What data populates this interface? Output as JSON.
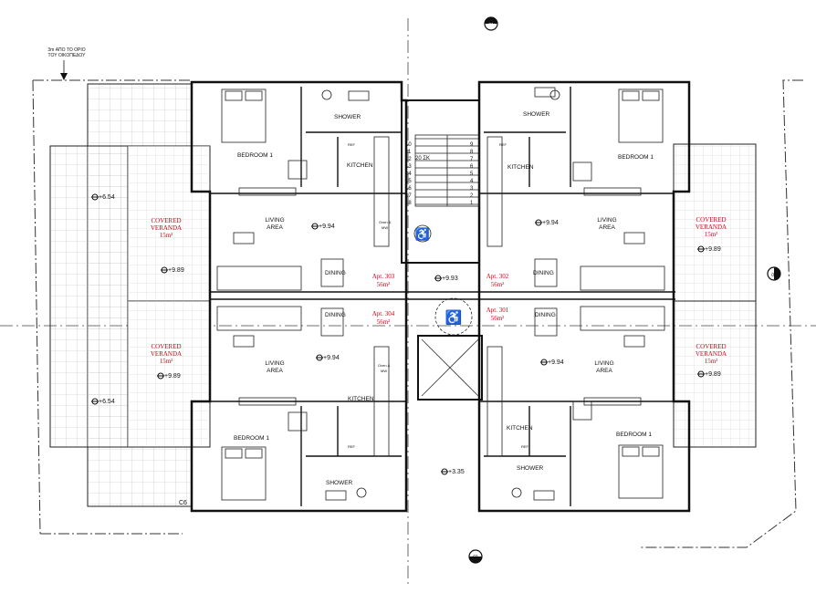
{
  "north_note": [
    "3m ΑΠΟ ΤΟ ΟΡΙΟ",
    "ΤΟΥ ΟΙΚΟΠΕΔΟΥ"
  ],
  "rooms": {
    "bedroom": "BEDROOM 1",
    "shower": "SHOWER",
    "kitchen": "KITCHEN",
    "living": [
      "LIVING",
      "AREA"
    ],
    "dining": "DINING",
    "veranda": [
      "COVERED",
      "VERANDA",
      "15m²"
    ],
    "refrigerator": "REF",
    "oven": [
      "Oven &",
      "MW"
    ]
  },
  "apartments": [
    {
      "id": "apt-303",
      "name": "Apt. 303",
      "area": "56m²"
    },
    {
      "id": "apt-302",
      "name": "Apt. 302",
      "area": "56m²"
    },
    {
      "id": "apt-304",
      "name": "Apt. 304",
      "area": "56m²"
    },
    {
      "id": "apt-301",
      "name": "Apt. 301",
      "area": "56m²"
    }
  ],
  "levels": {
    "terrace": "+6.54",
    "veranda": "+9.89",
    "living": "+9.94",
    "lobby": "+9.93",
    "ground": "+3.35"
  },
  "stair_numbers": {
    "left": [
      "10",
      "11",
      "12",
      "13",
      "14",
      "15",
      "16",
      "17",
      "18"
    ],
    "right": [
      "9",
      "8",
      "7",
      "6",
      "5",
      "4",
      "3",
      "2",
      "1"
    ],
    "label": "20 ΣΚ"
  },
  "section_markers": [
    "01",
    "02"
  ],
  "corner_note": "C6"
}
